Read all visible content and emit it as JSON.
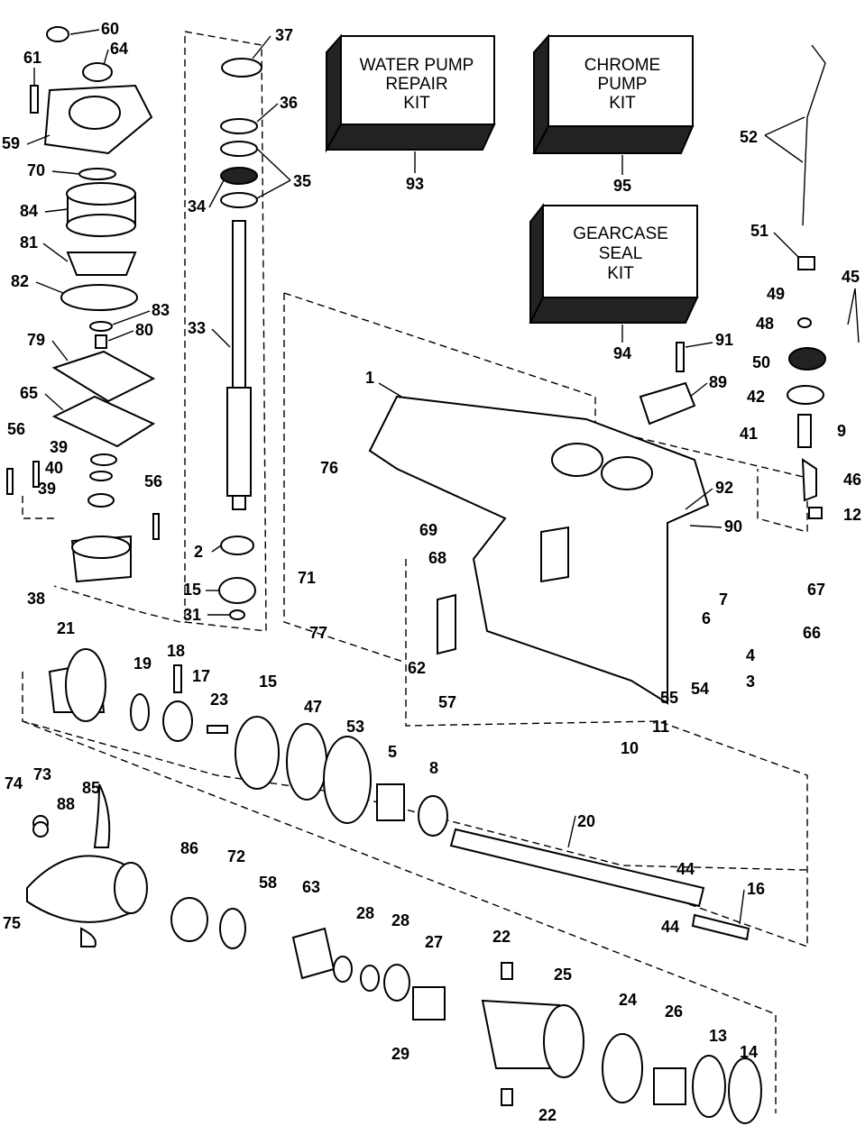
{
  "kits": [
    {
      "number": "93",
      "lines": [
        "WATER PUMP",
        "REPAIR",
        "KIT"
      ]
    },
    {
      "number": "95",
      "lines": [
        "CHROME",
        "PUMP",
        "KIT"
      ]
    },
    {
      "number": "94",
      "lines": [
        "GEARCASE",
        "SEAL",
        "KIT"
      ]
    }
  ],
  "callouts": [
    "60",
    "64",
    "61",
    "59",
    "70",
    "84",
    "81",
    "82",
    "83",
    "80",
    "79",
    "65",
    "56",
    "39",
    "40",
    "39",
    "56",
    "38",
    "37",
    "36",
    "35",
    "34",
    "33",
    "2",
    "15",
    "31",
    "52",
    "51",
    "49",
    "45",
    "48",
    "50",
    "42",
    "9",
    "41",
    "46",
    "12",
    "91",
    "89",
    "1",
    "92",
    "90",
    "76",
    "69",
    "68",
    "71",
    "77",
    "67",
    "7",
    "6",
    "66",
    "62",
    "57",
    "4",
    "3",
    "54",
    "55",
    "11",
    "10",
    "21",
    "19",
    "18",
    "17",
    "23",
    "15",
    "47",
    "53",
    "5",
    "8",
    "20",
    "44",
    "16",
    "44",
    "74",
    "73",
    "88",
    "85",
    "75",
    "86",
    "72",
    "58",
    "63",
    "28",
    "28",
    "27",
    "22",
    "25",
    "24",
    "26",
    "13",
    "14",
    "29",
    "22"
  ]
}
